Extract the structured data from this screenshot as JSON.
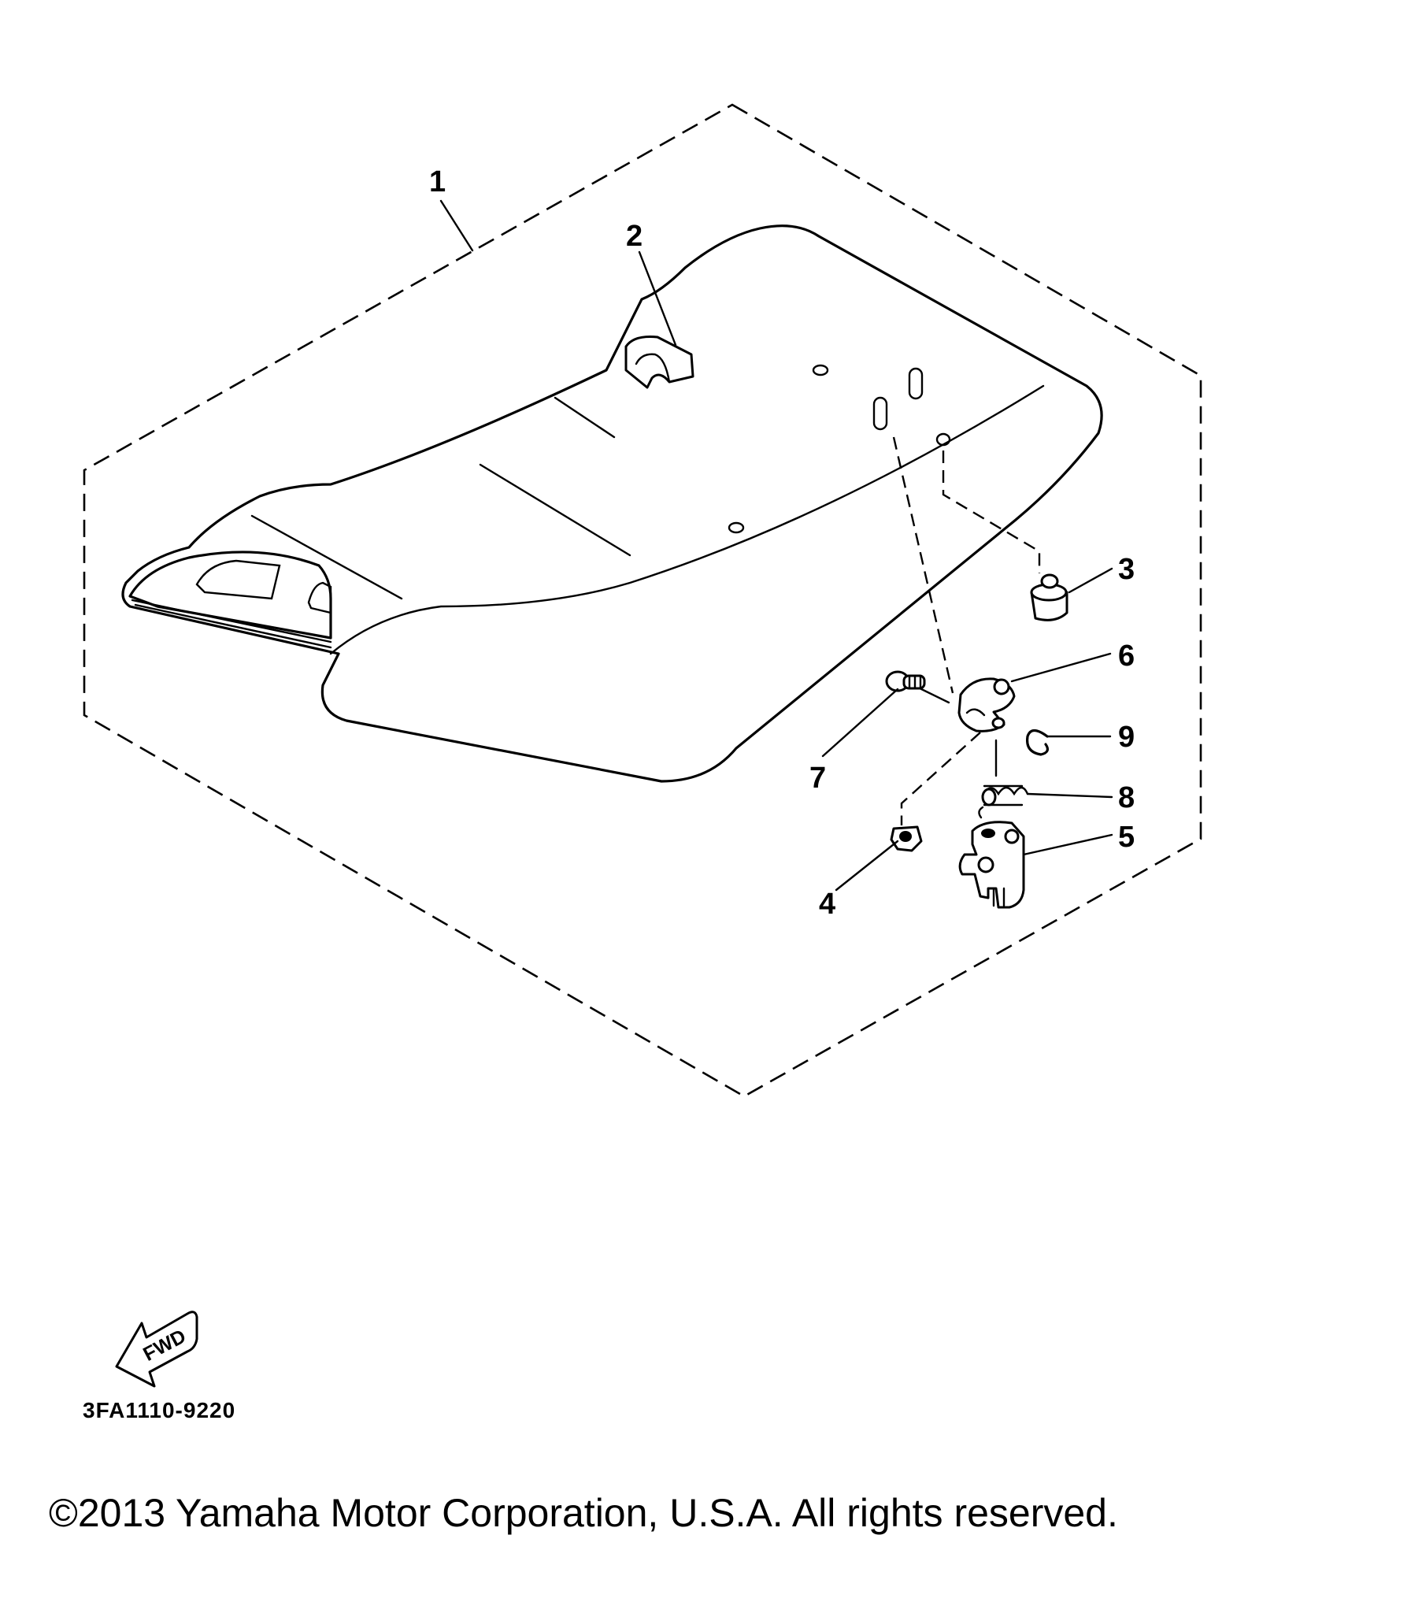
{
  "diagram": {
    "callouts": [
      {
        "id": "1",
        "label": "1"
      },
      {
        "id": "2",
        "label": "2"
      },
      {
        "id": "3",
        "label": "3"
      },
      {
        "id": "4",
        "label": "4"
      },
      {
        "id": "5",
        "label": "5"
      },
      {
        "id": "6",
        "label": "6"
      },
      {
        "id": "7",
        "label": "7"
      },
      {
        "id": "8",
        "label": "8"
      },
      {
        "id": "9",
        "label": "9"
      }
    ],
    "fwd_label": "FWD",
    "drawing_code": "3FA1110-9220"
  },
  "footer": {
    "copyright": "©2013 Yamaha Motor Corporation, U.S.A. All rights reserved."
  }
}
